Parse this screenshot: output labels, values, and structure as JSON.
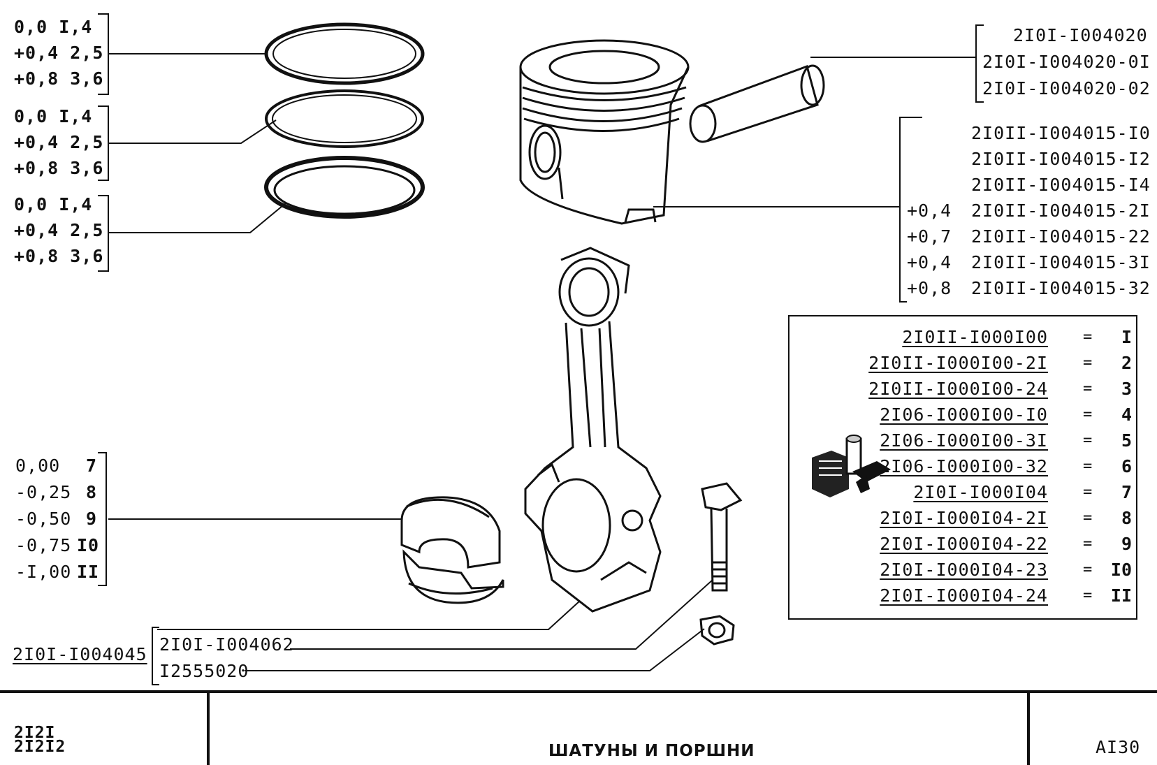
{
  "rings": [
    {
      "lines": [
        "0,0 I,4",
        "+0,4 2,5",
        "+0,8 3,6"
      ]
    },
    {
      "lines": [
        "0,0 I,4",
        "+0,4 2,5",
        "+0,8 3,6"
      ]
    },
    {
      "lines": [
        "0,0 I,4",
        "+0,4 2,5",
        "+0,8 3,6"
      ]
    }
  ],
  "pin_codes": [
    "2I0I-I004020",
    "2I0I-I004020-0I",
    "2I0I-I004020-02"
  ],
  "piston_codes": [
    {
      "size": "",
      "code": "2I0II-I004015-I0"
    },
    {
      "size": "",
      "code": "2I0II-I004015-I2"
    },
    {
      "size": "",
      "code": "2I0II-I004015-I4"
    },
    {
      "size": "+0,4",
      "code": "2I0II-I004015-2I"
    },
    {
      "size": "+0,7",
      "code": "2I0II-I004015-22"
    },
    {
      "size": "+0,4",
      "code": "2I0II-I004015-3I"
    },
    {
      "size": "+0,8",
      "code": "2I0II-I004015-32"
    }
  ],
  "bearing_sizes": [
    {
      "size": "0,00",
      "num": "7"
    },
    {
      "size": "-0,25",
      "num": "8"
    },
    {
      "size": "-0,50",
      "num": "9"
    },
    {
      "size": "-0,75",
      "num": "I0"
    },
    {
      "size": "-I,00",
      "num": "II"
    }
  ],
  "rod_code": "2I0I-I004045",
  "bolt_code": "2I0I-I004062",
  "nut_code": "I2555020",
  "legend": [
    {
      "code": "2I0II-I000I00",
      "eq": "=",
      "num": "I"
    },
    {
      "code": "2I0II-I000I00-2I",
      "eq": "=",
      "num": "2"
    },
    {
      "code": "2I0II-I000I00-24",
      "eq": "=",
      "num": "3"
    },
    {
      "code": "2I06-I000I00-I0",
      "eq": "=",
      "num": "4"
    },
    {
      "code": "2I06-I000I00-3I",
      "eq": "=",
      "num": "5"
    },
    {
      "code": "2I06-I000I00-32",
      "eq": "=",
      "num": "6"
    },
    {
      "code": "2I0I-I000I04",
      "eq": "=",
      "num": "7"
    },
    {
      "code": "2I0I-I000I04-2I",
      "eq": "=",
      "num": "8"
    },
    {
      "code": "2I0I-I000I04-22",
      "eq": "=",
      "num": "9"
    },
    {
      "code": "2I0I-I000I04-23",
      "eq": "=",
      "num": "I0"
    },
    {
      "code": "2I0I-I000I04-24",
      "eq": "=",
      "num": "II"
    }
  ],
  "footer": {
    "models": [
      "2I2I",
      "2I2I2"
    ],
    "title": "ШАТУНЫ И ПОРШНИ",
    "page": "AI30"
  }
}
